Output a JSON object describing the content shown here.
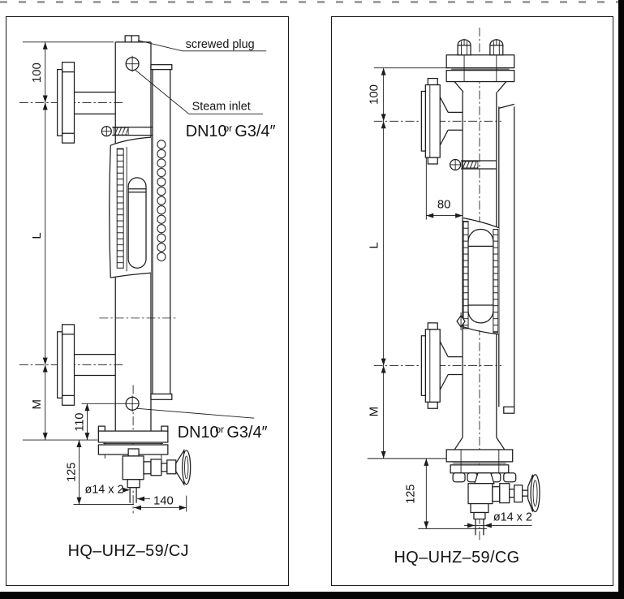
{
  "page": {
    "background": "#ffffff",
    "line_color": "#1c1c1c"
  },
  "left": {
    "title": "HQ–UHZ–59/CJ",
    "callouts": {
      "screwed_plug": "screwed plug",
      "steam_inlet": "Steam inlet",
      "inlet_size_dn": "DN10",
      "inlet_size_or": "or",
      "inlet_size_g": "G3/4″",
      "drain_size_dn": "DN10",
      "drain_size_or": "or",
      "drain_size_g": "G3/4″"
    },
    "dims": {
      "top_offset": "100",
      "length": "L",
      "lower": "M",
      "drain_offset": "110",
      "valve_drop": "125",
      "valve_reach": "140",
      "pipe_spec": "ø14 x 2"
    }
  },
  "right": {
    "title": "HQ–UHZ–59/CG",
    "dims": {
      "top_offset": "100",
      "indicator_offset": "80",
      "length": "L",
      "lower": "M",
      "valve_drop": "125",
      "pipe_spec": "ø14 x 2"
    }
  }
}
